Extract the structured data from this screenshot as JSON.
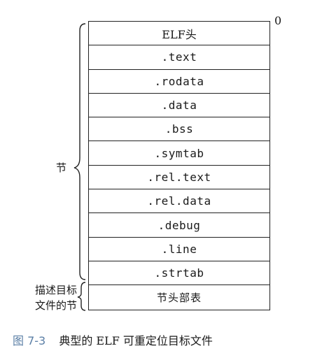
{
  "diagram": {
    "offset_label": "0",
    "rows": [
      ".text",
      ".rodata",
      ".data",
      ".bss",
      ".symtab",
      ".rel.text",
      ".rel.data",
      ".debug",
      ".line",
      ".strtab"
    ],
    "header_label": "ELF头",
    "section_header_table_label": "节头部表",
    "sections_group_label": "节",
    "sht_group_label_line1": "描述目标",
    "sht_group_label_line2": "文件的节"
  },
  "caption": {
    "number": "图 7-3",
    "title": "典型的 ELF 可重定位目标文件"
  }
}
